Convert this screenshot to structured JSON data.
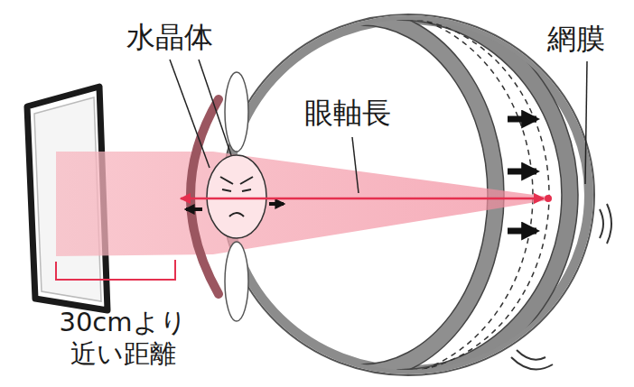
{
  "diagram": {
    "labels": [
      "水晶体",
      "眼軸長",
      "網膜",
      "30cmより 近い距離"
    ]
  }
}
